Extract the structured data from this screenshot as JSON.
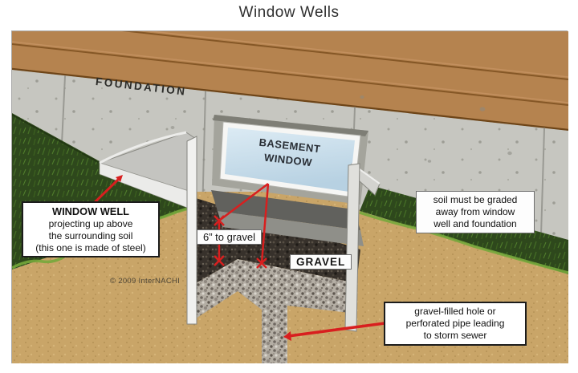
{
  "page": {
    "title": "Window Wells",
    "copyright": "© 2009 InterNACHI"
  },
  "diagram": {
    "labels": {
      "foundation": "FOUNDATION",
      "basement_window_line1": "BASEMENT",
      "basement_window_line2": "WINDOW",
      "gravel": "GRAVEL",
      "six_to_gravel": "6” to gravel"
    },
    "callouts": {
      "window_well": {
        "title": "WINDOW WELL",
        "lines": [
          "projecting up above",
          "the surrounding soil",
          "(this one is made of steel)"
        ]
      },
      "soil_graded": {
        "lines": [
          "soil must be graded",
          "away from window",
          "well and foundation"
        ]
      },
      "gravel_hole": {
        "lines": [
          "gravel-filled hole or",
          "perforated pipe leading",
          "to storm sewer"
        ]
      }
    },
    "colors": {
      "siding": "#b5834f",
      "concrete": "#c6c6c0",
      "grass": "#2e481c",
      "grass_highlight": "#76a93c",
      "soil": "#c9a568",
      "gravel_dark": "#37312b",
      "gravel_light": "#b4aea4",
      "steel": "#ebebe9",
      "window_glass": "#c5dbe9",
      "arrow": "#d81f1f"
    }
  }
}
